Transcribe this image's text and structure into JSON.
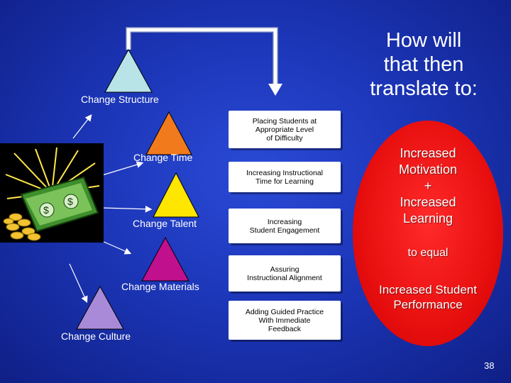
{
  "slide": {
    "title": "How will\nthat then\ntranslate to:",
    "changes": [
      {
        "label": "Change Structure",
        "color": "#b8e4e8"
      },
      {
        "label": "Change Time",
        "color": "#f07a1c"
      },
      {
        "label": "Change Talent",
        "color": "#ffe600"
      },
      {
        "label": "Change Materials",
        "color": "#c0108e"
      },
      {
        "label": "Change Culture",
        "color": "#a98ad8"
      }
    ],
    "boxes": [
      "Placing Students at\nAppropriate Level\nof Difficulty",
      "Increasing Instructional\nTime for Learning",
      "Increasing\nStudent Engagement",
      "Assuring\nInstructional Alignment",
      "Adding Guided Practice\nWith Immediate\nFeedback"
    ],
    "outcome": {
      "motivation": "Increased\nMotivation\n+\nIncreased\nLearning",
      "equal": "to equal",
      "performance": "Increased Student\nPerformance"
    },
    "page_number": "38",
    "colors": {
      "background": "#1c36b8",
      "oval": "#e80f0f"
    }
  }
}
